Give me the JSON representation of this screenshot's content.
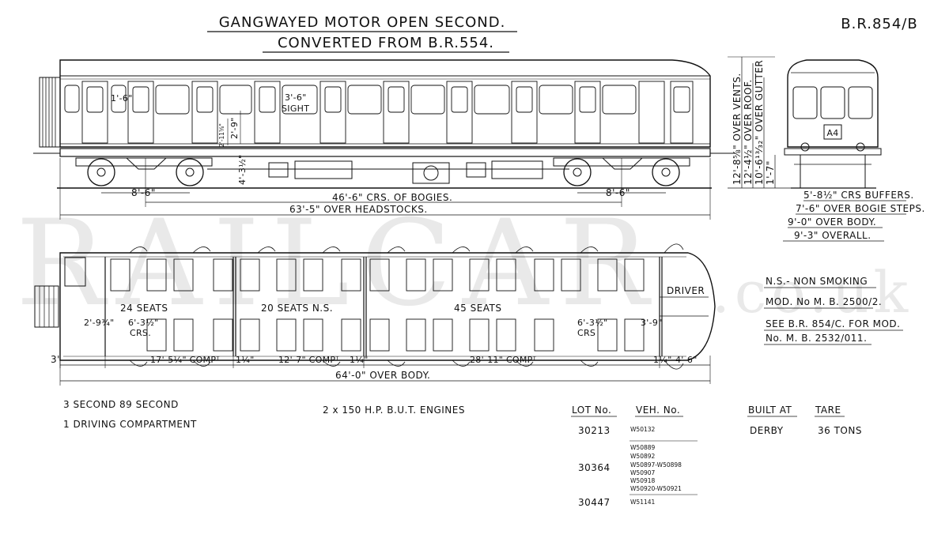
{
  "title": {
    "line1": "GANGWAYED MOTOR OPEN SECOND.",
    "line2": "CONVERTED FROM B.R.554."
  },
  "diagram_ref": "B.R.854/B",
  "watermark": {
    "main": "RAILCAR",
    "suffix": ".co.uk"
  },
  "side_view": {
    "window_dim": "1'-6\"",
    "sight_dim": "3'-6\"",
    "sight_label": "SIGHT",
    "door_h1": "2'-11⅝\"",
    "door_h2": "2'-9\"",
    "floor_h": "4'-3½\"",
    "bogie_wb_left": "8'-6\"",
    "bogie_wb_right": "8'-6\"",
    "crs_bogies": "46'-6\" CRS. OF BOGIES.",
    "over_headstocks": "63'-5\" OVER HEADSTOCKS."
  },
  "heights": {
    "vents": "12'-8⅝\" OVER VENTS.",
    "roof": "12'-4½\" OVER ROOF.",
    "gutter": "10'-6¹³⁄₃₂\" OVER GUTTER",
    "floor": "1'-7\""
  },
  "end_view": {
    "headcode": "A4",
    "buffers": "5'-8½\" CRS BUFFERS.",
    "bogie_steps": "7'-6\" OVER BOGIE STEPS.",
    "over_body": "9'-0\" OVER BODY.",
    "overall": "9'-3\" OVERALL."
  },
  "plan_view": {
    "seats_a": "24 SEATS",
    "seats_b": "20 SEATS  N.S.",
    "seats_c": "45 SEATS",
    "driver": "DRIVER",
    "dim_a": "2'-9¾\"",
    "crs_a_val": "6'-3½\"",
    "crs_a_lbl": "CRS.",
    "crs_b_val": "6'-3½\"",
    "crs_b_lbl": "CRS",
    "dim_b": "3'-9\"",
    "end_gap": "3\"",
    "compt_1": "17'-5¼\" COMPᵀ",
    "part_1": "1¼\"",
    "compt_2": "12'-7\" COMPᵀ",
    "part_2": "1¼\"",
    "compt_3": "28'-11\" COMPᵀ",
    "part_3": "1¼\"",
    "end_dim": "4'-6\"",
    "over_body": "64'-0\" OVER BODY."
  },
  "notes": {
    "ns": "N.S.- NON SMOKING",
    "mod": "MOD. No  M. B. 2500/2.",
    "see1": "SEE B.R. 854/C.  FOR MOD.",
    "see2": "No.  M. B.  2532/011."
  },
  "summary": {
    "seating": "3  SECOND  89  SECOND",
    "driving": "1  DRIVING  COMPARTMENT",
    "engines": "2 x 150  H.P.  B.U.T.  ENGINES"
  },
  "lots": {
    "lot_header": "LOT No.",
    "veh_header": "VEH. No.",
    "built_header": "BUILT AT",
    "tare_header": "TARE",
    "built": "DERBY",
    "tare": "36 TONS",
    "rows": [
      {
        "lot": "30213",
        "vehicles": [
          "W50132"
        ]
      },
      {
        "lot": "30364",
        "vehicles": [
          "W50889",
          "W50892",
          "W50897-W50898",
          "W50907",
          "W50918",
          "W50920-W50921"
        ]
      },
      {
        "lot": "30447",
        "vehicles": [
          "W51141"
        ]
      }
    ]
  }
}
